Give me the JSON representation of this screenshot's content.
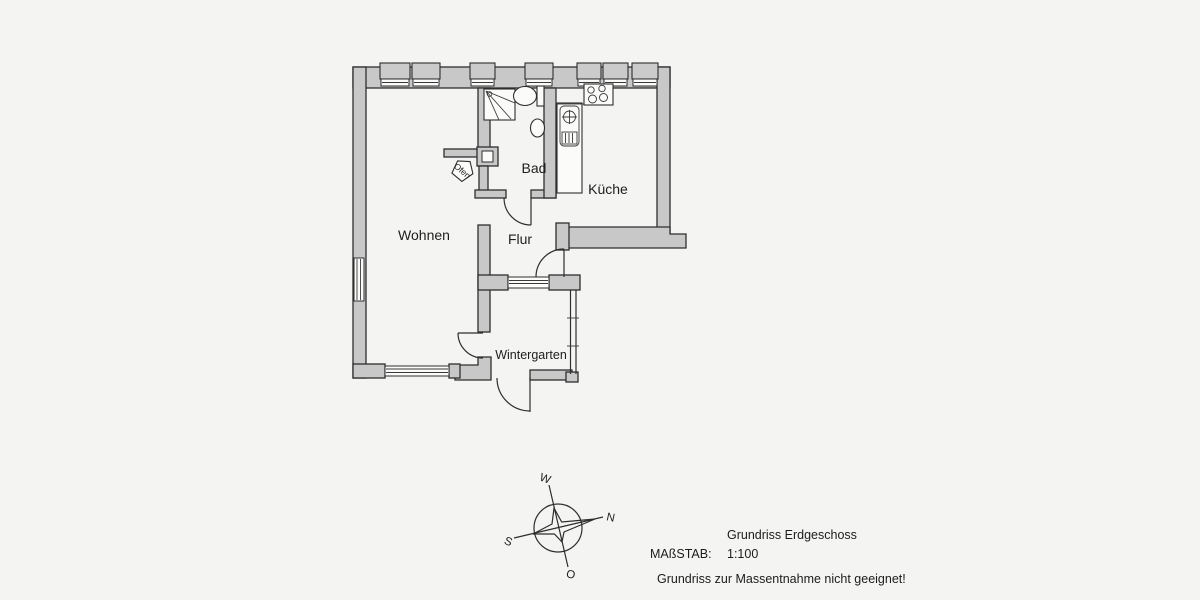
{
  "plan": {
    "rooms": {
      "wohnen": "Wohnen",
      "bad": "Bad",
      "kueche": "Küche",
      "flur": "Flur",
      "wintergarten": "Wintergarten"
    },
    "annotations": {
      "ofen": "Ofen"
    },
    "compass": {
      "n": "N",
      "s": "S",
      "w": "W",
      "o": "O"
    }
  },
  "footer": {
    "title": "Grundriss Erdgeschoss",
    "scale_label": "MAßSTAB:",
    "scale_value": "1:100",
    "disclaimer": "Grundriss zur Massentnahme nicht geeignet!"
  },
  "colors": {
    "paper": "#f4f4f2",
    "wall_fill": "#c8c8c8",
    "line": "#2e2e2e",
    "text": "#1c1c1c"
  }
}
